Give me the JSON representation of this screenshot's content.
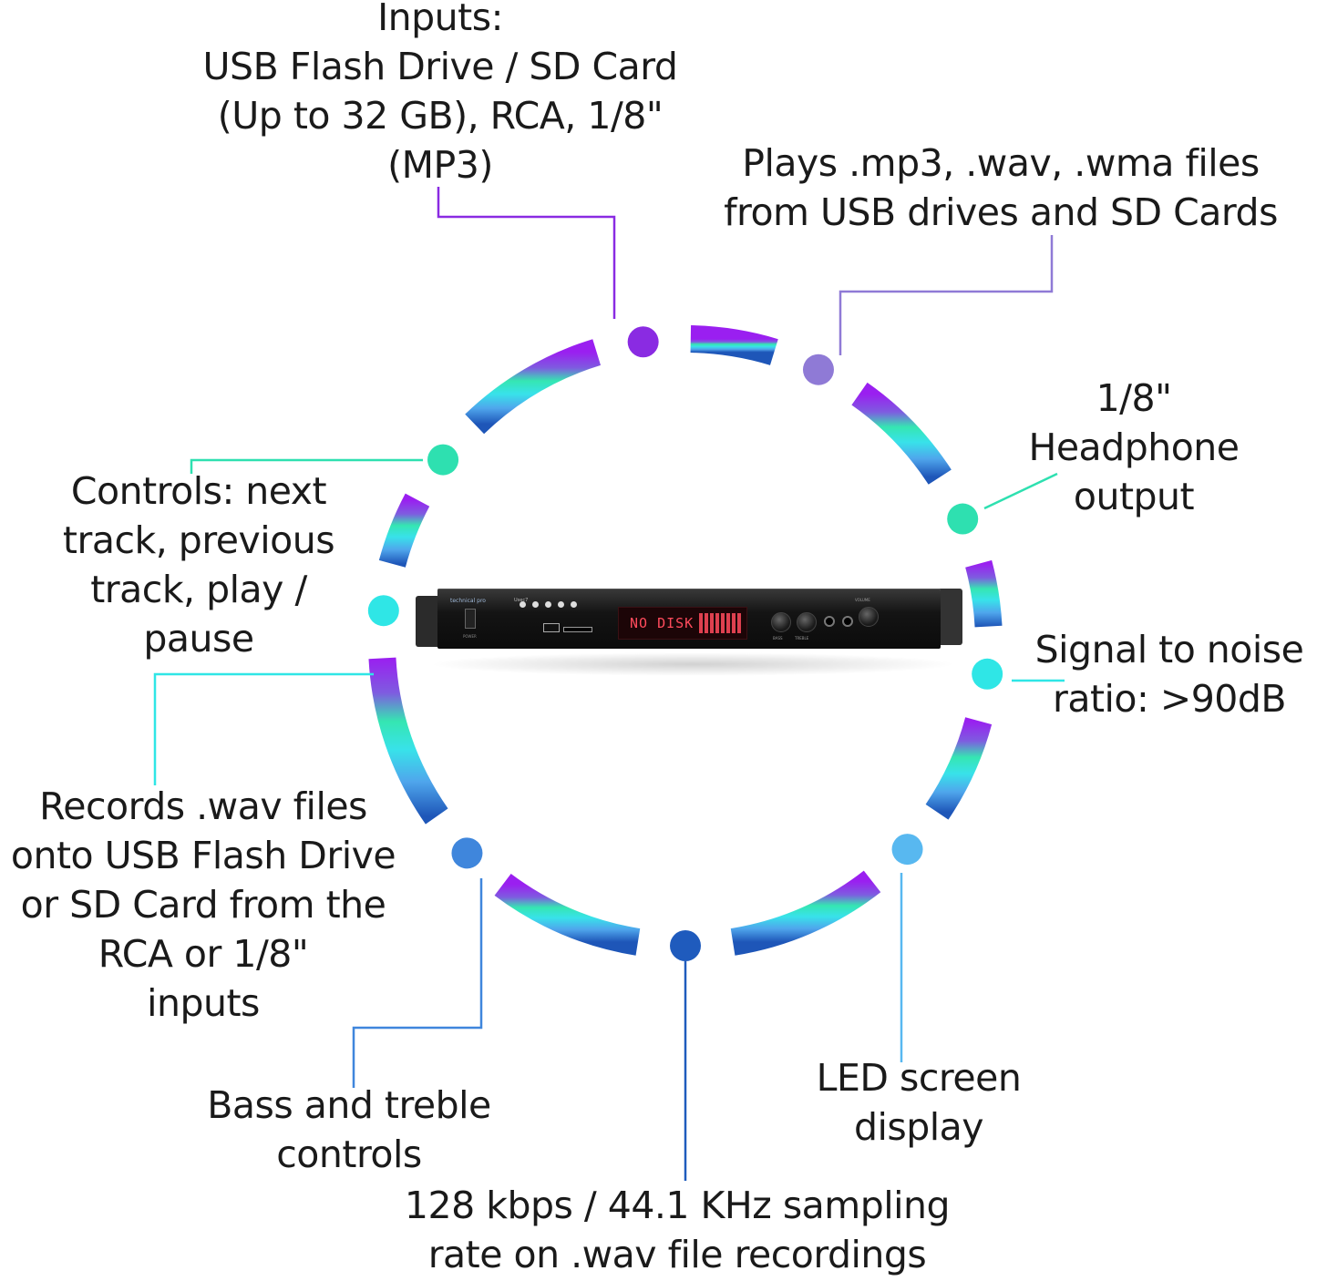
{
  "device": {
    "brand": "technical pro",
    "model": "Usec7",
    "display_text": "NO DISK",
    "power_label": "POWER",
    "volume_label": "VOLUME",
    "bass_label": "BASS",
    "treble_label": "TREBLE"
  },
  "callouts": [
    {
      "id": "inputs",
      "lines": [
        "Inputs:",
        "USB Flash Drive / SD Card",
        "(Up to 32 GB), RCA, 1/8\"",
        "(MP3)"
      ]
    },
    {
      "id": "plays",
      "lines": [
        "Plays .mp3, .wav, .wma files",
        "from USB drives and SD Cards"
      ]
    },
    {
      "id": "headphone",
      "lines": [
        "1/8\"",
        "Headphone",
        "output"
      ]
    },
    {
      "id": "snr",
      "lines": [
        "Signal to noise",
        "ratio: >90dB"
      ]
    },
    {
      "id": "led",
      "lines": [
        "LED screen",
        "display"
      ]
    },
    {
      "id": "sampling",
      "lines": [
        "128 kbps / 44.1 KHz sampling",
        "rate on .wav file recordings"
      ]
    },
    {
      "id": "bass",
      "lines": [
        "Bass and treble",
        "controls"
      ]
    },
    {
      "id": "records",
      "lines": [
        "Records .wav files",
        "onto USB Flash Drive",
        "or SD Card from the",
        "RCA or 1/8\"",
        "inputs"
      ]
    },
    {
      "id": "controls",
      "lines": [
        "Controls: next",
        "track, previous",
        "track, play /",
        "pause"
      ]
    }
  ],
  "colors": {
    "purple": "#8a2be2",
    "lavender": "#8f7ad6",
    "mint": "#2ee0b0",
    "aqua": "#2fe6e6",
    "sky": "#58b8f0",
    "blue": "#3f86dc",
    "navy": "#1f5bbd"
  }
}
